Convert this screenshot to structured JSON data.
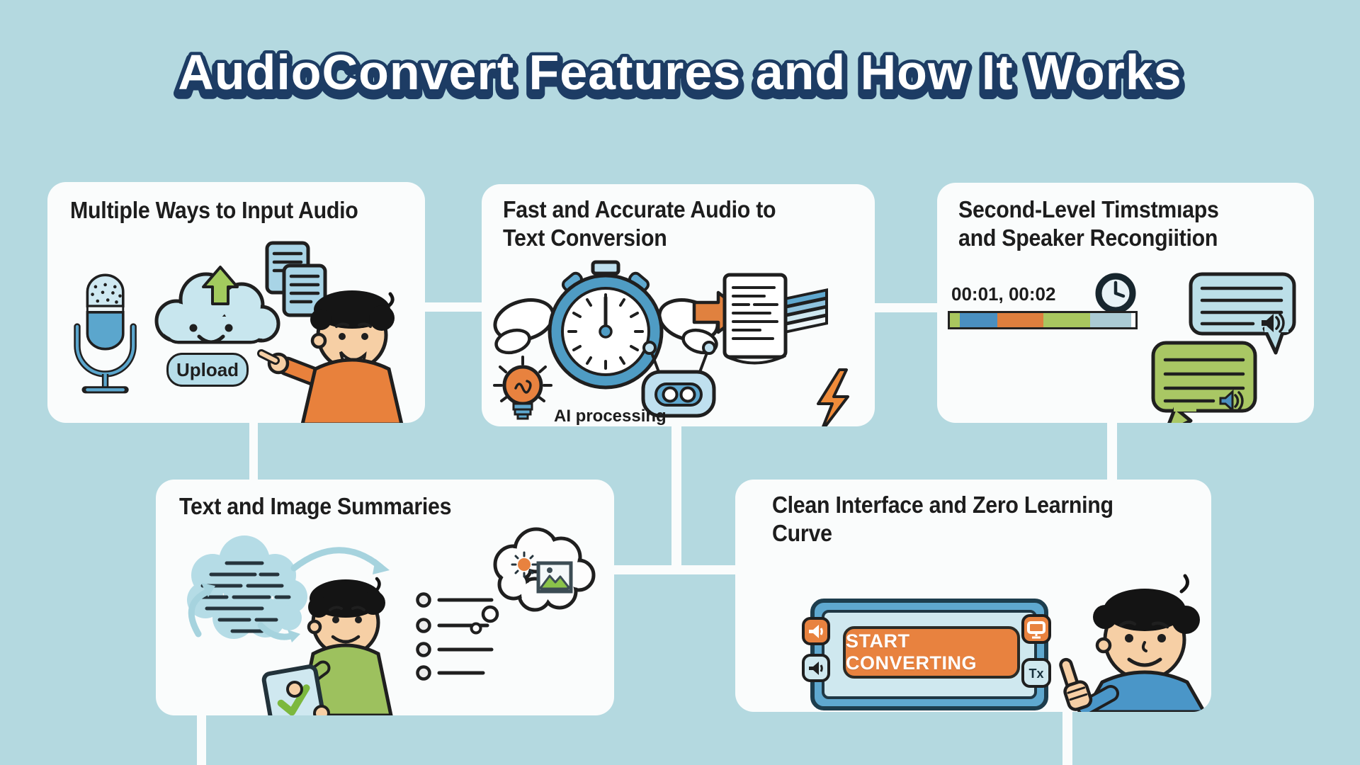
{
  "page": {
    "title": "AudioConvert Features and How It Works"
  },
  "palette": {
    "background": "#b4d9e0",
    "card": "#fafcfc",
    "title_outline": "#1d3c64",
    "accent_orange": "#e8823f",
    "accent_blue": "#5fa8cf",
    "accent_green": "#9dc15e"
  },
  "cards": [
    {
      "title": "Multiple Ways to Input Audio",
      "upload_button": "Upload",
      "icons": [
        "microphone-icon",
        "upload-cloud-icon",
        "documents-icon",
        "pointing-person"
      ]
    },
    {
      "title": "Fast and Accurate Audio to\nText Conversion",
      "caption": "AI processing",
      "icons": [
        "winged-stopwatch-icon",
        "lightbulb-icon",
        "robot-icon",
        "arrow-right-icon",
        "transcript-icon",
        "lightning-icon"
      ]
    },
    {
      "title": "Second-Level Timstmıaps\nand Speaker Recongiition",
      "timestamps": "00:01, 00:02",
      "timeline_segments": [
        {
          "color": "#a9c75f",
          "width": 14
        },
        {
          "color": "#4a8fc0",
          "width": 53
        },
        {
          "color": "#de7f3e",
          "width": 65
        },
        {
          "color": "#a9c75f",
          "width": 66
        },
        {
          "color": "#abcbd4",
          "width": 58
        }
      ],
      "icons": [
        "clock-icon",
        "timeline-bar",
        "speech-bubble-blue-icon",
        "speech-bubble-green-icon"
      ]
    },
    {
      "title": "Text and Image Summaries",
      "icons": [
        "text-cloud-icon",
        "curved-arrow-icons",
        "person-with-tablet",
        "bullet-list",
        "thought-bubble-image-icon"
      ]
    },
    {
      "title": "Clean Interface and Zero Learning Curve",
      "cta_button": "START CONVERTING",
      "tx_badge": "Tx",
      "icons": [
        "app-window-icon",
        "speaker-icon",
        "monitor-icon",
        "thumbs-up-person"
      ]
    }
  ]
}
